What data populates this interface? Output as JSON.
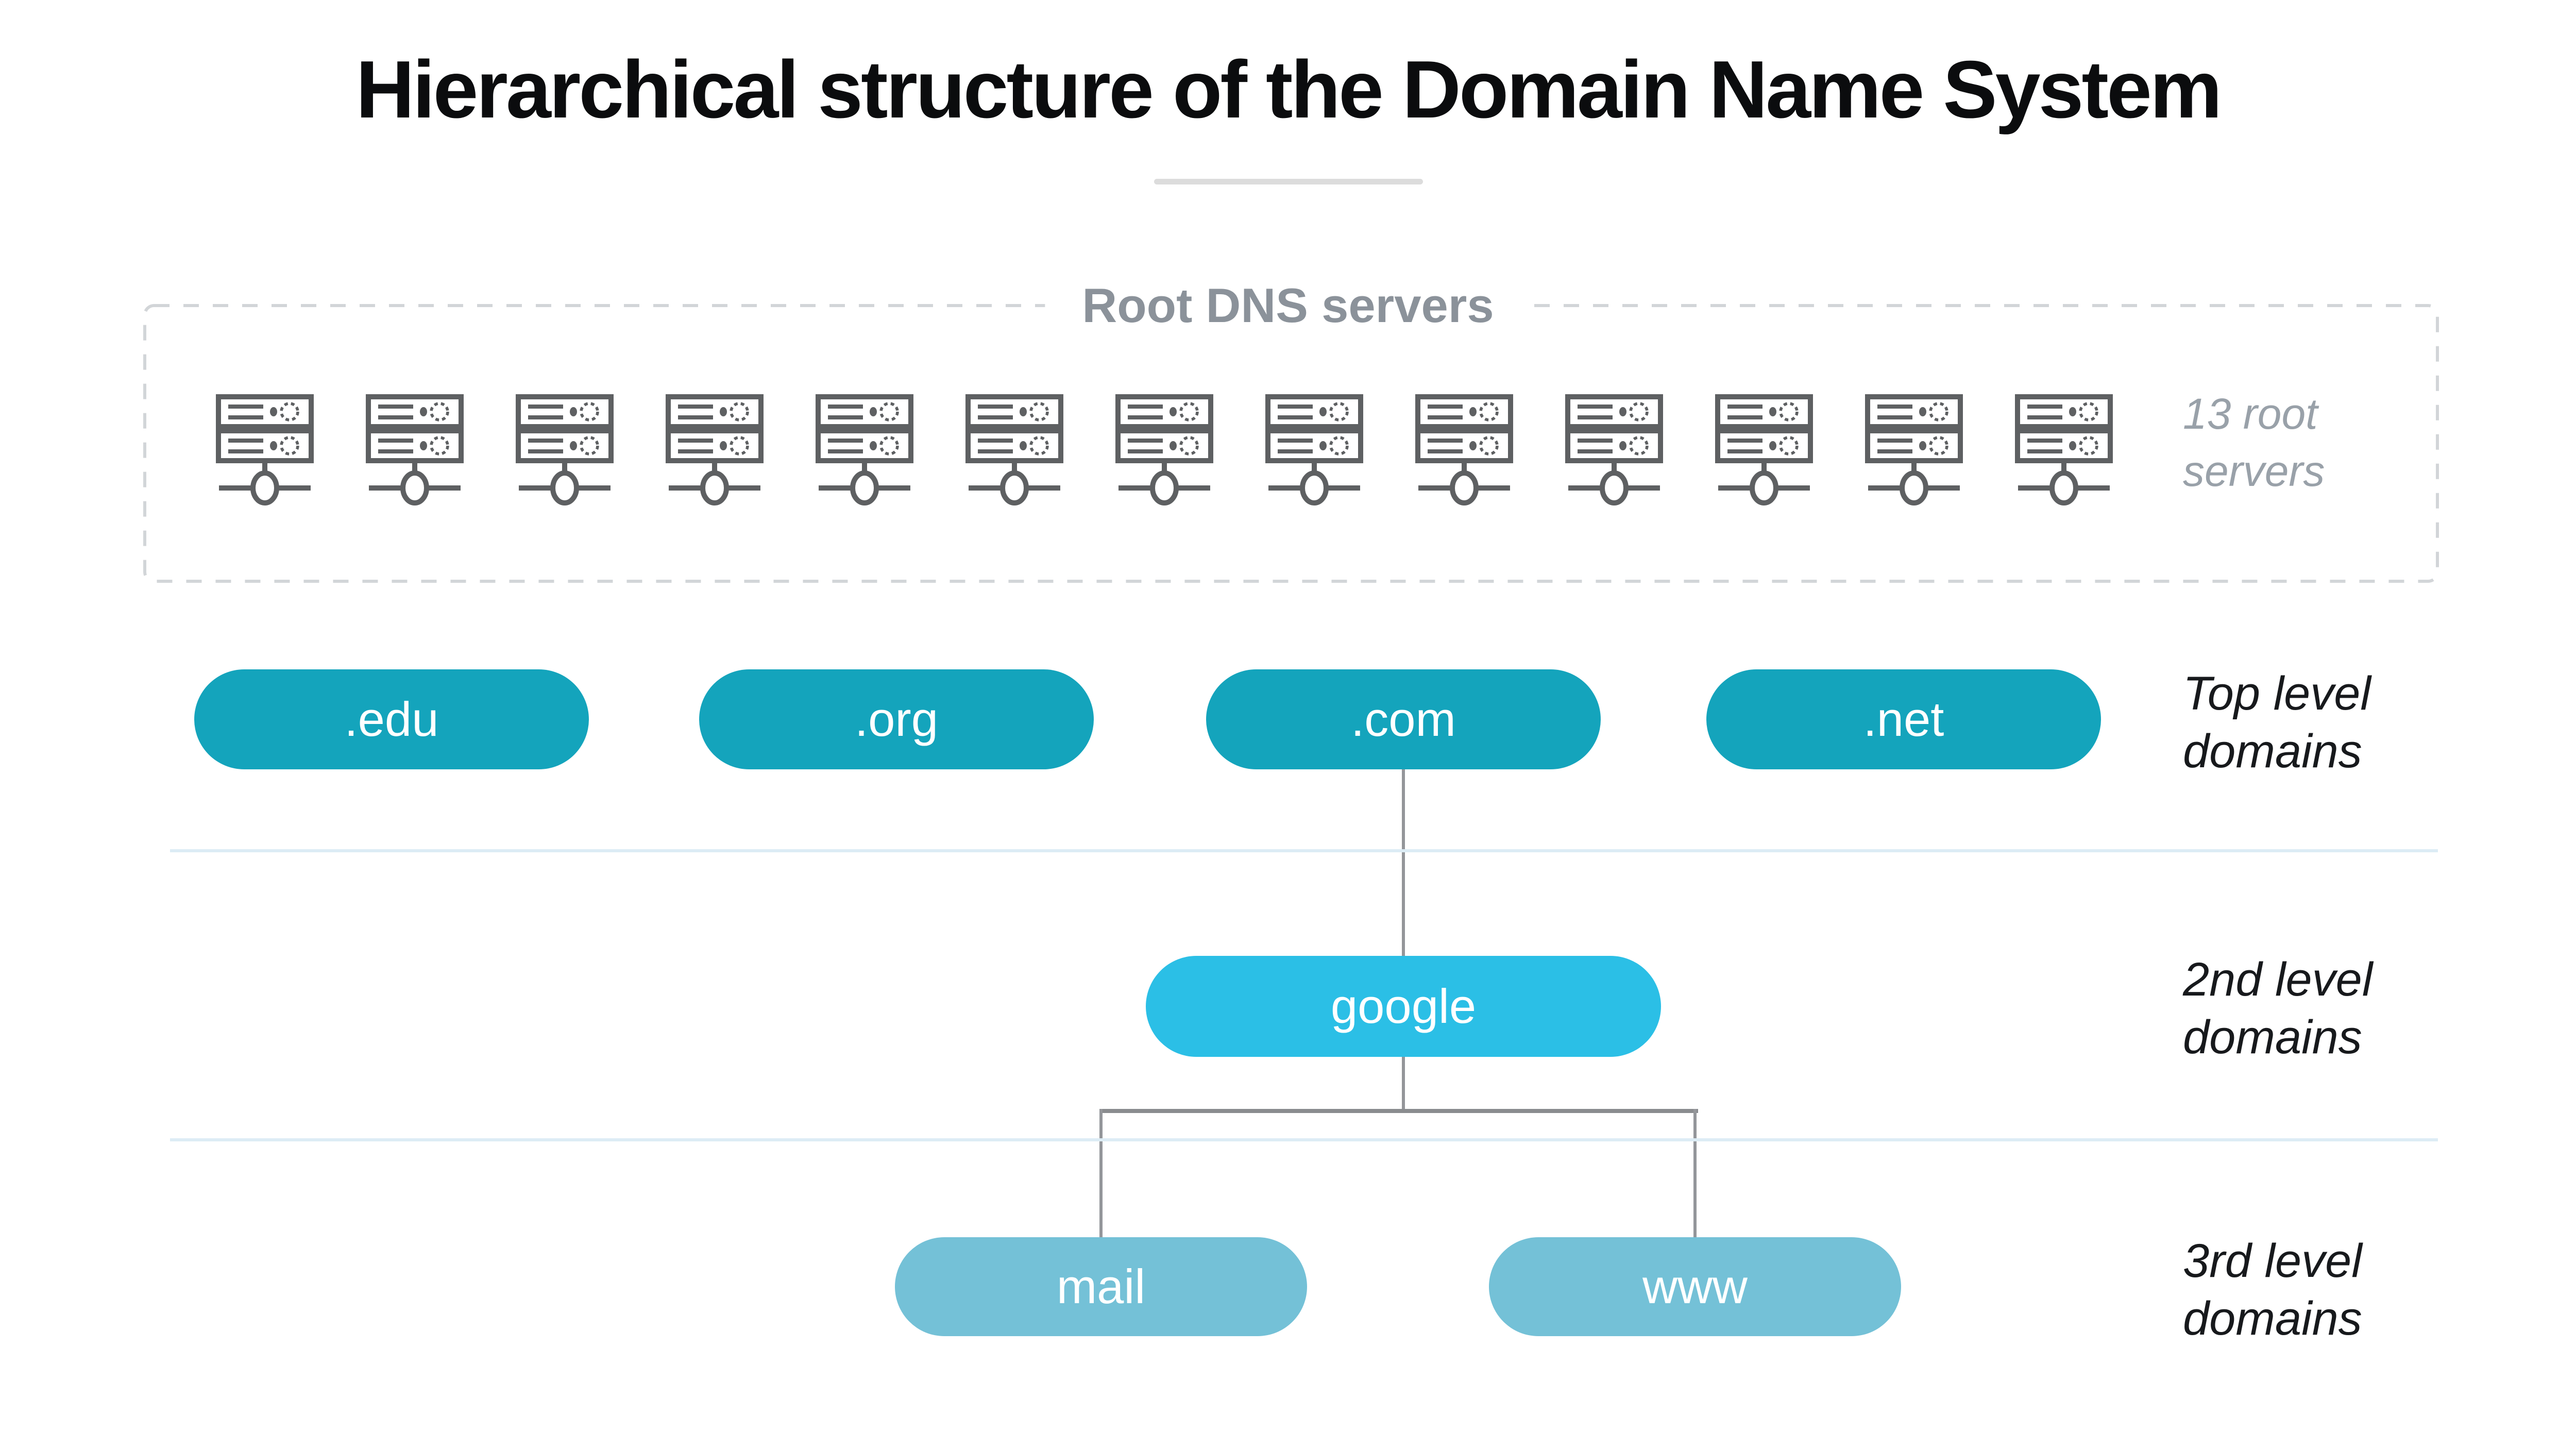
{
  "title": "Hierarchical structure of the Domain Name System",
  "root_box": {
    "label": "Root DNS servers",
    "server_count": 13,
    "server_icon": "rack-server-network-icon",
    "side_note": "13 root\nservers"
  },
  "levels": {
    "top": {
      "pills": [
        ".edu",
        ".org",
        ".com",
        ".net"
      ],
      "side_label": "Top level\ndomains"
    },
    "second": {
      "pills": [
        "google"
      ],
      "side_label": "2nd level\ndomains"
    },
    "third": {
      "pills": [
        "mail",
        "www"
      ],
      "side_label": "3rd level\ndomains"
    }
  },
  "colors": {
    "background": "#ffffff",
    "title_text": "#0b0c0e",
    "title_divider": "#dcdcdc",
    "root_label_text": "#8b929a",
    "dashed_border": "#d2d5d8",
    "server_icon": "#5e6062",
    "side_note_text": "#99a1a9",
    "side_label_text": "#17191c",
    "tld_pill": "#14a4bc",
    "second_level_pill": "#2bbfe6",
    "third_level_pill": "#74c1d7",
    "pill_text": "#ffffff",
    "level_divider": "#dcecf5",
    "connector": "#8a8c8f"
  }
}
